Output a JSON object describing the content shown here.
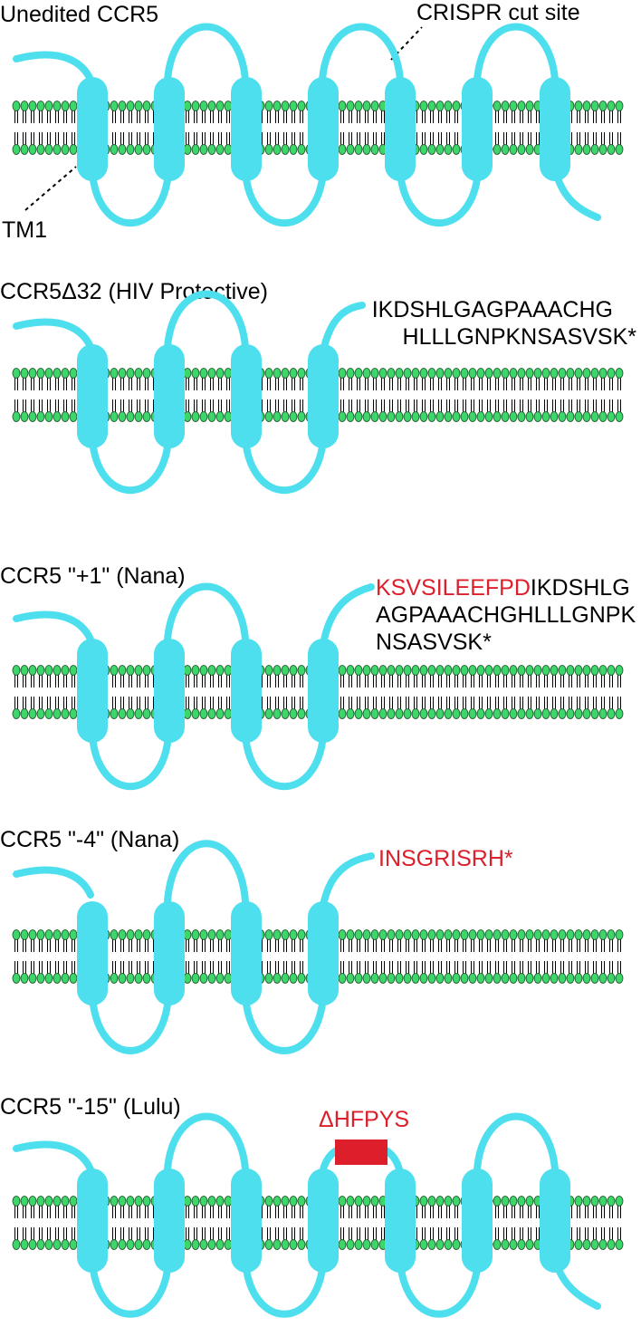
{
  "colors": {
    "protein": "#4edfef",
    "lipid_head": "#3dd66a",
    "lipid_outline": "#1a4d24",
    "mutant_text": "#dc1f2b",
    "text": "#000000"
  },
  "panels": [
    {
      "id": "unedited",
      "title": "Unedited CCR5",
      "tm_helices": 7,
      "annotations": {
        "cut_site": "CRISPR cut site",
        "tm1": "TM1"
      }
    },
    {
      "id": "delta32",
      "title": "CCR5Δ32 (HIV Protective)",
      "tm_helices": 4,
      "tail_sequence": [
        {
          "red": "",
          "black": "IKDSHLGAGPAAACHG"
        },
        {
          "red": "",
          "black": "HLLLGNPKNSASVSK*"
        }
      ]
    },
    {
      "id": "plus1",
      "title": "CCR5 \"+1\" (Nana)",
      "tm_helices": 4,
      "tail_sequence": [
        {
          "red": "KSVSILEEFPD",
          "black": "IKDSHLG"
        },
        {
          "red": "",
          "black": "AGPAAACHGHLLLGNPK"
        },
        {
          "red": "",
          "black": "NSASVSK*"
        }
      ]
    },
    {
      "id": "minus4",
      "title": "CCR5 \"-4\" (Nana)",
      "tm_helices": 4,
      "tail_sequence": [
        {
          "red": "INSGRISRH*",
          "black": ""
        }
      ]
    },
    {
      "id": "minus15",
      "title": "CCR5 \"-15\" (Lulu)",
      "tm_helices": 7,
      "deletion_label": "ΔHFPYS"
    }
  ]
}
